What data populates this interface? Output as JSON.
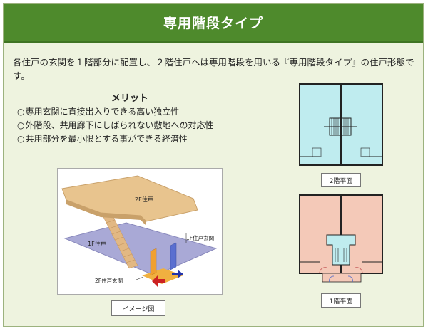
{
  "header": {
    "title": "専用階段タイプ"
  },
  "intro": {
    "text": "各住戸の玄関を１階部分に配置し、２階住戸へは専用階段を用いる『専用階段タイプ』の住戸形態です。"
  },
  "merits": {
    "title": "メリット",
    "mark": "○",
    "items": [
      "専用玄関に直接出入りできる高い独立性",
      "外階段、共用廊下にしばられない敷地への対応性",
      "共用部分を最小限とする事ができる経済性"
    ]
  },
  "illustration": {
    "label_2f": "2F住戸",
    "label_1f": "1F住戸",
    "label_1f_entrance": "1F住戸玄関",
    "label_2f_entrance": "2F住戸玄関",
    "caption": "イメージ図"
  },
  "plans": {
    "floor2_caption": "2階平面",
    "floor1_caption": "1階平面"
  },
  "colors": {
    "header_green": "#4e8a2c",
    "background": "#eef3df",
    "floor2_plan": "#bfecef",
    "floor1_plan": "#f4c9b8",
    "upper_slab": "#e8c48e",
    "lower_slab": "#a9a9d6",
    "door_orange": "#f0a030",
    "door_blue": "#5a6fd0"
  }
}
